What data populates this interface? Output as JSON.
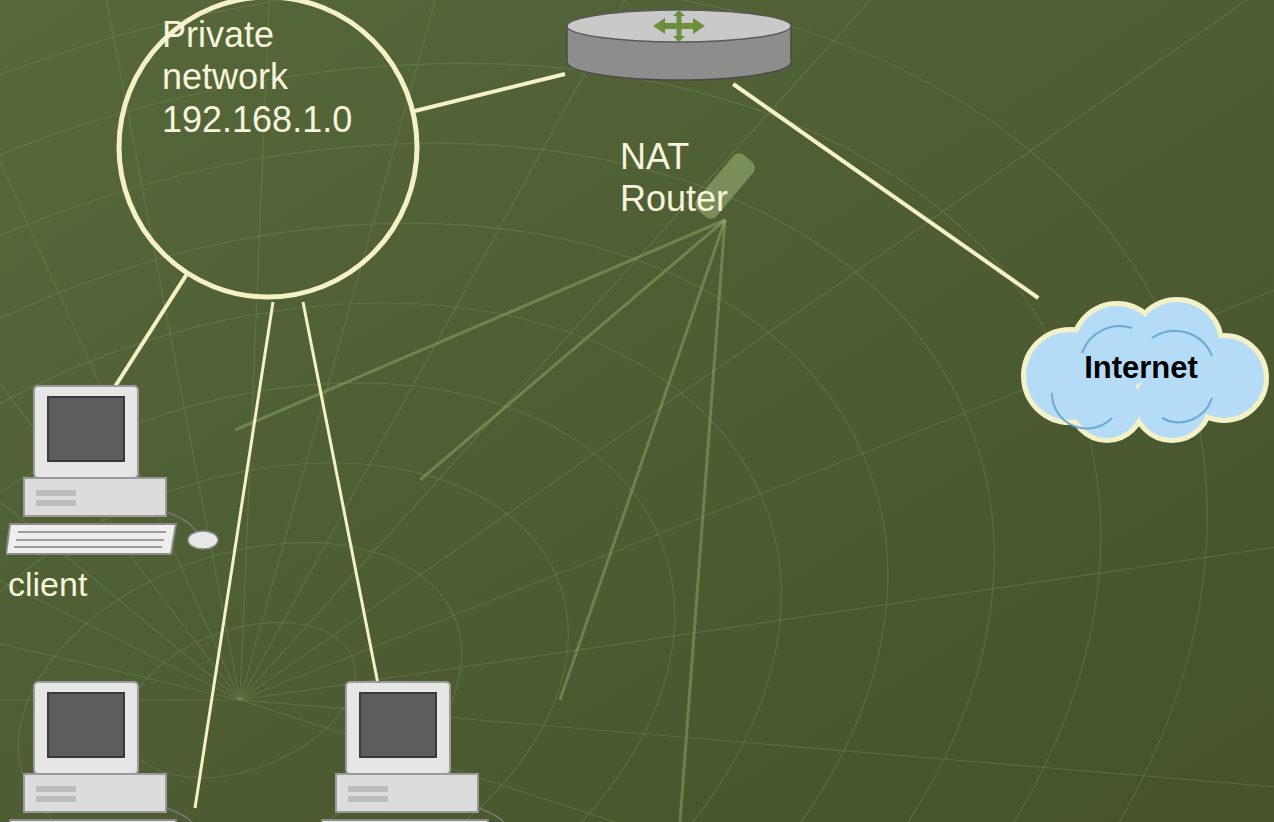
{
  "diagram": {
    "nodes": [
      {
        "text": [
          "Private network 192.168.1.0"
        ]
      },
      {
        "text": [
          "NAT Router"
        ]
      },
      {
        "text": [
          "Internet"
        ]
      },
      {
        "text": [
          "client"
        ]
      }
    ],
    "edges": [
      {
        "from": 0,
        "to": 1,
        "arrow": "none"
      },
      {
        "from": 1,
        "to": 2,
        "arrow": "none"
      },
      {
        "from": 0,
        "to": 3,
        "arrow": "none"
      }
    ]
  }
}
